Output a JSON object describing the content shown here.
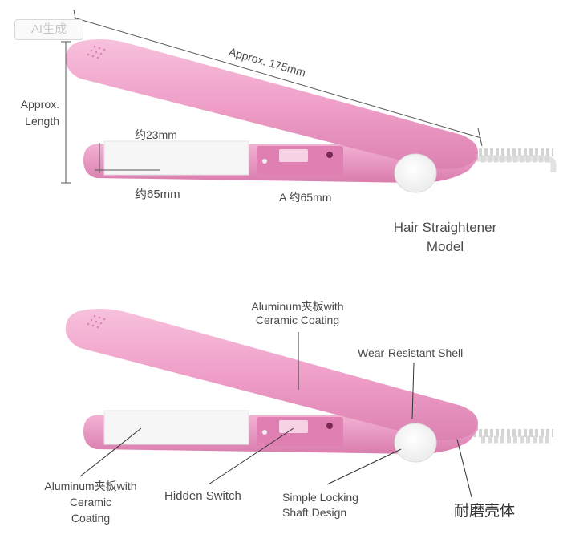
{
  "watermark": {
    "text": "AI生成"
  },
  "top": {
    "length_line1": "Approx.",
    "length_line2": "Length",
    "diagonal_label": "Approx. 175mm",
    "plate_width_label": "约23mm",
    "plate_length_label": "约65mm",
    "second_length_label": "A 约65mm",
    "model_line1": "Hair Straightener",
    "model_line2": "Model"
  },
  "bottom": {
    "top_plate_line1": "Aluminum夹板with",
    "top_plate_line2": "Ceramic Coating",
    "shell_label": "Wear-Resistant Shell",
    "bottom_plate_line1": "Aluminum夹板with",
    "bottom_plate_line2": "Ceramic",
    "bottom_plate_line3": "Coating",
    "switch_label": "Hidden Switch",
    "lock_line1": "Simple Locking",
    "lock_line2": "Shaft Design",
    "cn_shell_label": "耐磨壳体"
  },
  "colors": {
    "pink_body": "#ec9fc6",
    "pink_dark": "#d97cad",
    "pink_light": "#f6c9df",
    "plate": "#f7f7f7",
    "hinge": "#ffffff",
    "cord": "#e0e0e0"
  }
}
